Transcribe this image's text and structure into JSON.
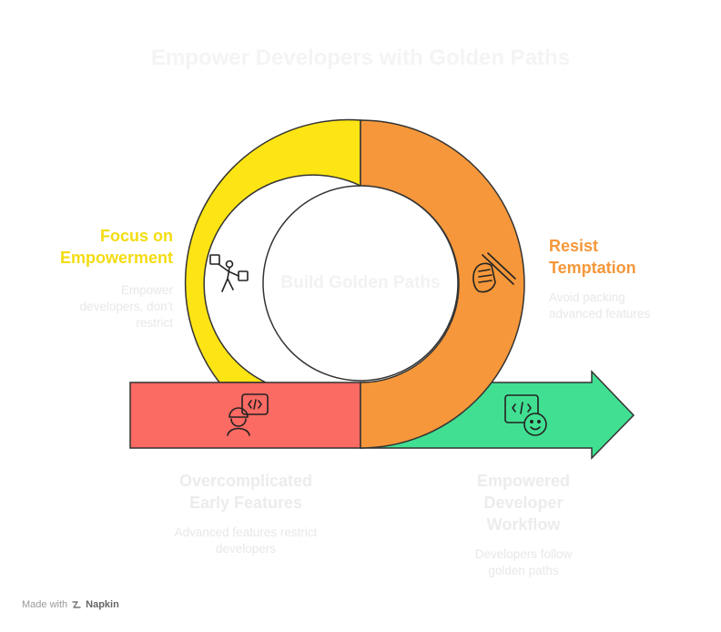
{
  "title": "Empower Developers with Golden Paths",
  "center_label": "Build Golden Paths",
  "segments": {
    "focus": {
      "heading": "Focus on Empowerment",
      "description": "Empower developers, don't restrict",
      "color": "#fde414",
      "icon": "developer-juggling-icon"
    },
    "resist": {
      "heading": "Resist Temptation",
      "description": "Avoid packing advanced features",
      "color": "#f5973a",
      "icon": "hand-gripping-stick-icon"
    },
    "overcomplicated": {
      "heading": "Overcomplicated Early Features",
      "description": "Advanced features restrict developers",
      "color": "#fb6a63",
      "icon": "developer-helmet-code-icon"
    },
    "empowered": {
      "heading": "Empowered Developer Workflow",
      "description": "Developers follow golden paths",
      "color": "#41df92",
      "icon": "happy-code-icon"
    }
  },
  "footer": {
    "made_with": "Made with",
    "brand": "Napkin"
  }
}
